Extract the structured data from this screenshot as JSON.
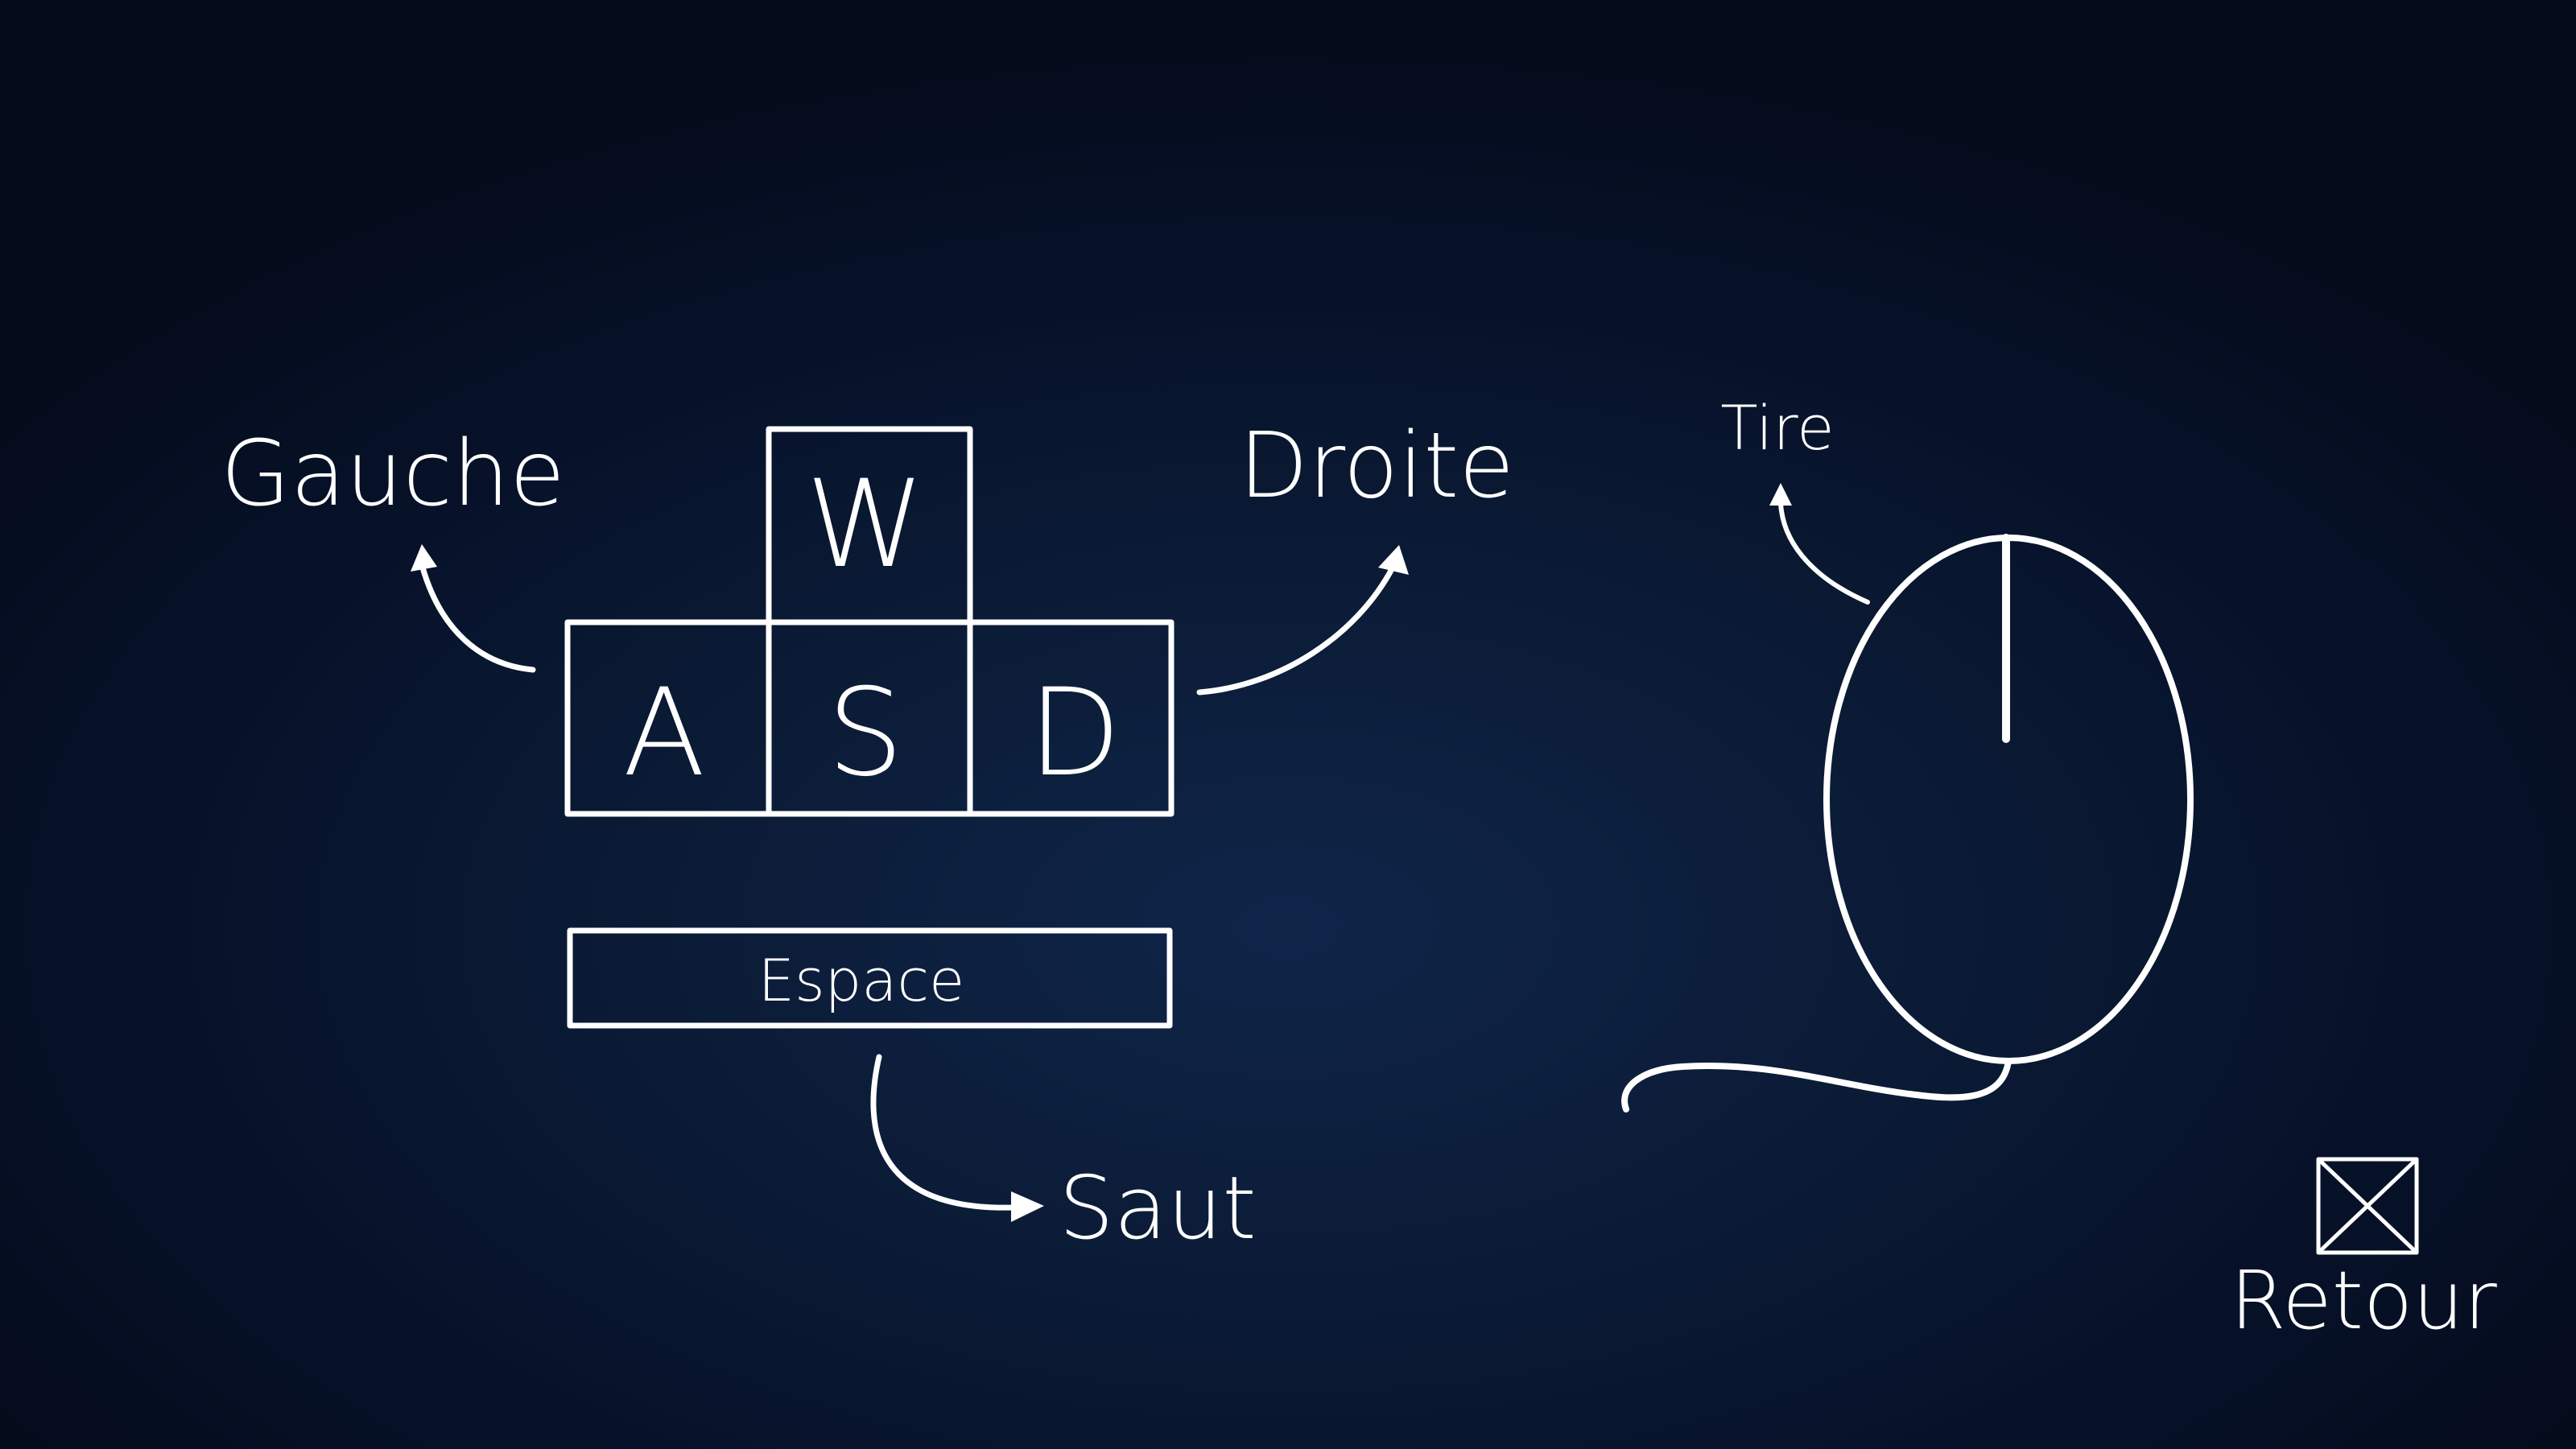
{
  "keyboard": {
    "keys": {
      "up": "W",
      "left": "A",
      "down": "S",
      "right": "D"
    },
    "space_key": "Espace"
  },
  "actions": {
    "left": "Gauche",
    "right": "Droite",
    "jump": "Saut",
    "fire": "Tire"
  },
  "back_button": {
    "label": "Retour",
    "icon": "close-box-icon"
  },
  "colors": {
    "foreground": "#ffffff",
    "background_center": "#0f2549",
    "background_edge": "#040b1b"
  }
}
